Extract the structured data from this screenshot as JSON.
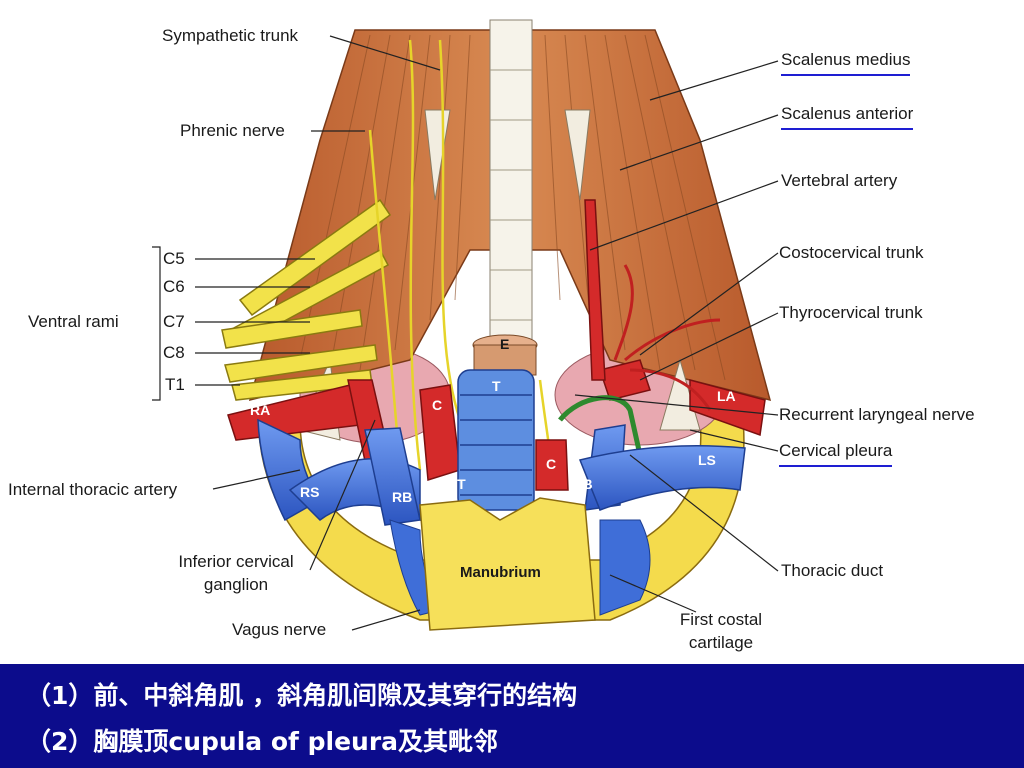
{
  "labels": {
    "sympathetic_trunk": "Sympathetic trunk",
    "phrenic_nerve": "Phrenic nerve",
    "c5": "C5",
    "c6": "C6",
    "ventral_rami": "Ventral rami",
    "c7": "C7",
    "c8": "C8",
    "t1": "T1",
    "internal_thoracic_artery": "Internal thoracic artery",
    "inferior_cervical_ganglion_l1": "Inferior cervical",
    "inferior_cervical_ganglion_l2": "ganglion",
    "vagus_nerve": "Vagus nerve",
    "scalenus_medius": "Scalenus medius",
    "scalenus_anterior": "Scalenus anterior",
    "vertebral_artery": "Vertebral artery",
    "costocervical_trunk": "Costocervical trunk",
    "thyrocervical_trunk": "Thyrocervical trunk",
    "recurrent_laryngeal_nerve": "Recurrent laryngeal nerve",
    "cervical_pleura": "Cervical pleura",
    "thoracic_duct": "Thoracic duct",
    "first_costal_cartilage_l1": "First costal",
    "first_costal_cartilage_l2": "cartilage"
  },
  "structures": {
    "E": "E",
    "T": "T",
    "RA": "RA",
    "C_right": "C",
    "C_left": "C",
    "LA": "LA",
    "LS": "LS",
    "RS": "RS",
    "RB": "RB",
    "BT": "BT",
    "LB": "LB",
    "manubrium": "Manubrium"
  },
  "footer": {
    "line1": "（1）前、中斜角肌 ，斜角肌间隙及其穿行的结构",
    "line2": "（2）胸膜顶cupula of pleura及其毗邻"
  },
  "colors": {
    "muscle": "#c8703e",
    "artery": "#d42a2a",
    "vein": "#3f6ed8",
    "nerve": "#f2e24a",
    "cartilage": "#f6e05a",
    "footer_bg": "#0c0c8c",
    "highlight_underline": "#1e1ed2"
  }
}
